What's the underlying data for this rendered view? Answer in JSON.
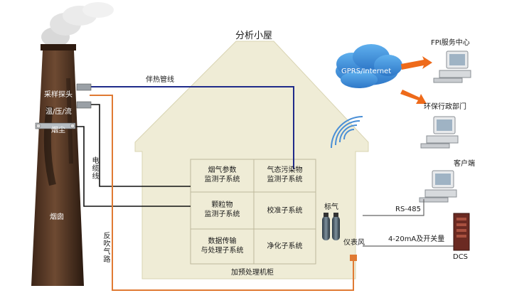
{
  "house_title": "分析小屋",
  "cloud_label": "GPRS/Internet",
  "chimney": {
    "probe_label": "采样探头",
    "temp_label": "温/压/流",
    "dust_label": "烟尘",
    "flue_label": "烟囱"
  },
  "lines": {
    "heat_tracing": "伴热管线",
    "cable": "电缆线",
    "backblow": "反吹气路",
    "cabinet": "加预处理机柜",
    "rs485": "RS-485",
    "analog": "4-20mA及开关量"
  },
  "subsystems": {
    "flue_gas_params": [
      "烟气参数",
      "监测子系统"
    ],
    "gaseous_pollutants": [
      "气态污染物",
      "监测子系统"
    ],
    "particulate": [
      "颗粒物",
      "监测子系统"
    ],
    "calibration": "校准子系统",
    "data_transfer": [
      "数据传输",
      "与处理子系统"
    ],
    "purification": "净化子系统"
  },
  "gas_cylinder_label": "标气",
  "instrument_air_label": "仪表风",
  "endpoints": {
    "fpi_center": "FPI服务中心",
    "epa": "环保行政部门",
    "client": "客户端",
    "dcs": "DCS"
  },
  "colors": {
    "house_fill": "#efecd6",
    "heat_line": "#1f2b8a",
    "signal_line": "#111111",
    "backblow_line": "#e07a33",
    "arrow": "#ee6a1a",
    "cloud": "#3a8fd8",
    "chimney": "#5a3a27"
  }
}
